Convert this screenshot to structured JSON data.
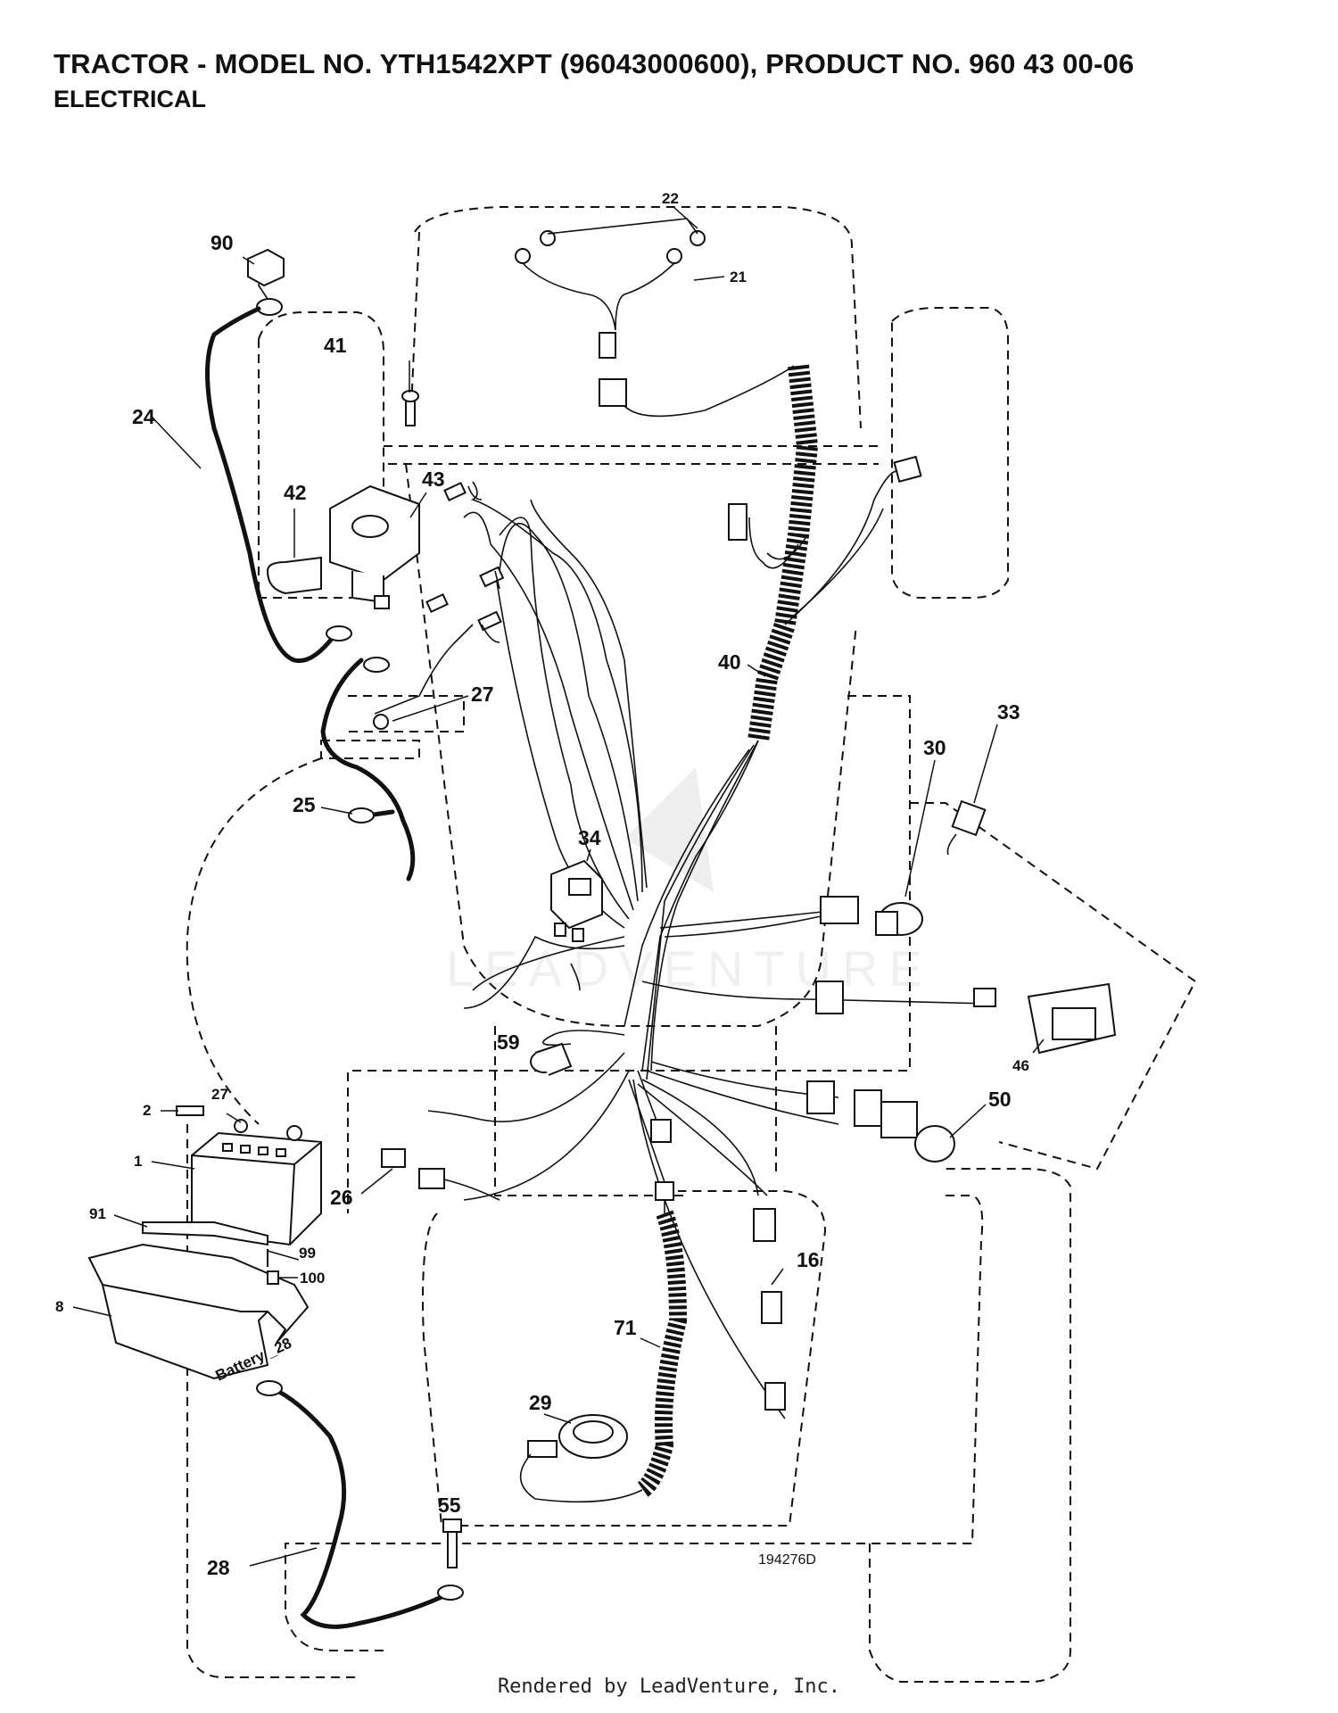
{
  "header": {
    "title": "TRACTOR - MODEL NO. YTH1542XPT (96043000600), PRODUCT NO. 960 43 00-06",
    "subtitle": "ELECTRICAL"
  },
  "diagram": {
    "drawing_number": "194276D",
    "battery_text": "Battery _28",
    "callouts": {
      "c90": "90",
      "c41": "41",
      "c24": "24",
      "c42": "42",
      "c43": "43",
      "c22": "22",
      "c21": "21",
      "c40": "40",
      "c27a": "27",
      "c25": "25",
      "c34": "34",
      "c33": "33",
      "c30": "30",
      "c46": "46",
      "c59": "59",
      "c50": "50",
      "c2": "2",
      "c27b": "27",
      "c1": "1",
      "c91": "91",
      "c99": "99",
      "c100": "100",
      "c8": "8",
      "c26": "26",
      "c16": "16",
      "c71": "71",
      "c29": "29",
      "c55": "55",
      "c28": "28"
    }
  },
  "footer": {
    "text": "Rendered by LeadVenture, Inc."
  }
}
